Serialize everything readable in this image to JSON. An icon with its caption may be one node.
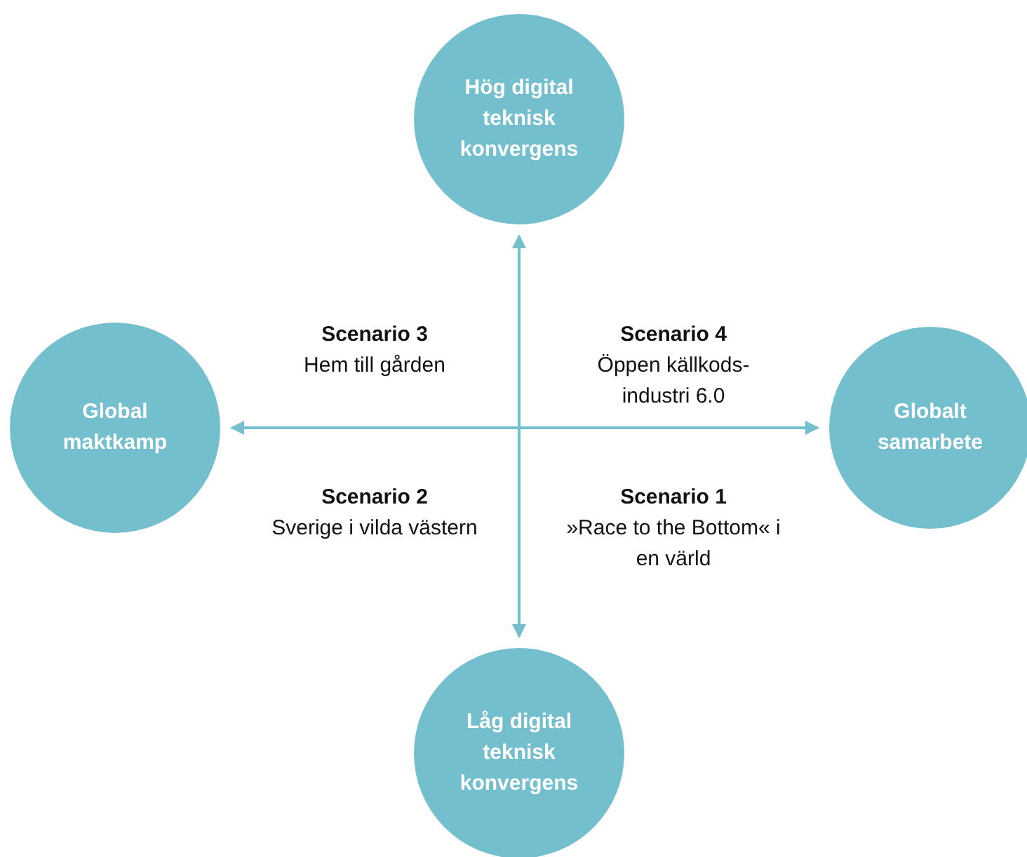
{
  "diagram": {
    "nodes": [
      {
        "text": [
          "Hög digital teknisk konvergens"
        ]
      },
      {
        "text": [
          "Global maktkamp"
        ]
      },
      {
        "text": [
          "Globalt samarbete"
        ]
      },
      {
        "text": [
          "Låg digital teknisk konvergens"
        ]
      }
    ],
    "edges": [
      {
        "from": 3,
        "to": 0,
        "arrow": "both"
      },
      {
        "from": 1,
        "to": 2,
        "arrow": "both"
      }
    ],
    "labels": [
      "Scenario 3",
      "Hem till gården",
      "Scenario 4",
      "Öppen källkods-industri 6.0",
      "Scenario 2",
      "Sverige i vilda västern",
      "Scenario 1",
      "»Race to the Bottom« i en värld"
    ]
  }
}
